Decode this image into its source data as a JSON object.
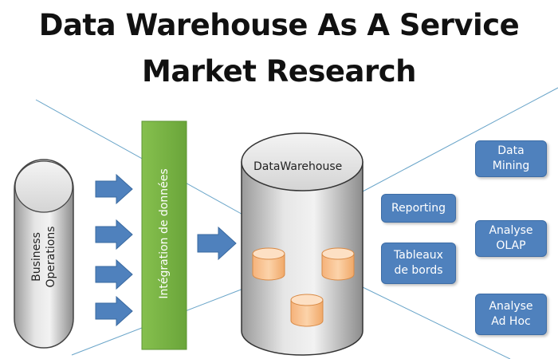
{
  "title": {
    "line1": "Data Warehouse As A Service",
    "line2": "Market Research"
  },
  "source_label": {
    "line1": "Business",
    "line2": "Operations"
  },
  "integration_label": "Intégration de données",
  "warehouse_label": "DataWarehouse",
  "outputs": {
    "reporting": "Reporting",
    "tableaux": {
      "line1": "Tableaux",
      "line2": "de bords"
    },
    "data_mining": {
      "line1": "Data",
      "line2": "Mining"
    },
    "olap": {
      "line1": "Analyse",
      "line2": "OLAP"
    },
    "adhoc": {
      "line1": "Analyse",
      "line2": "Ad Hoc"
    }
  },
  "colors": {
    "integration_bar": "#76b043",
    "arrow": "#4f81bd",
    "box": "#4f81bd",
    "data_mart": "#f8c08c"
  }
}
